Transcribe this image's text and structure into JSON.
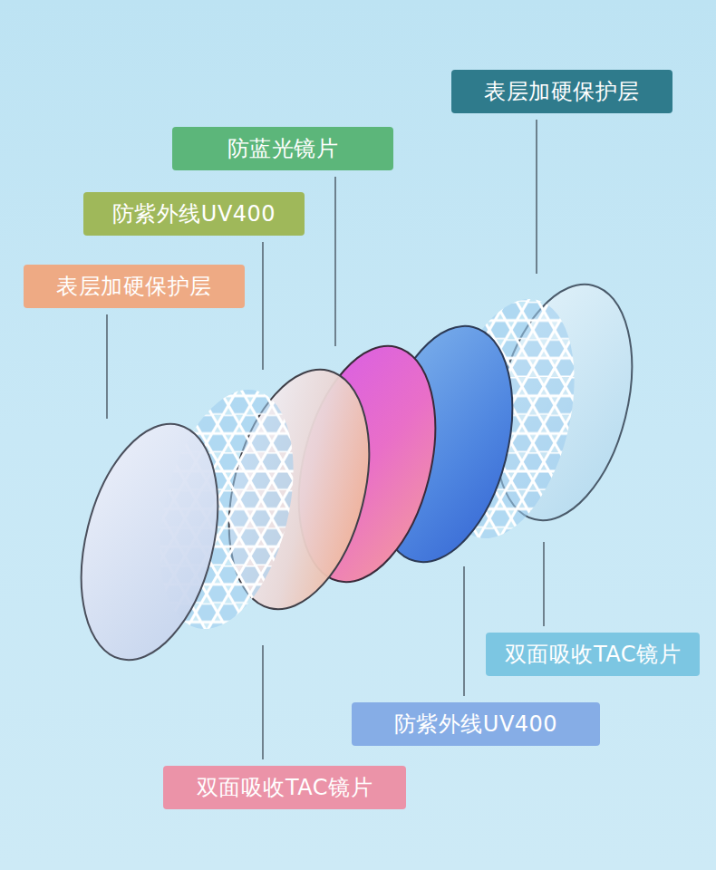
{
  "diagram": {
    "nodes": [
      {
        "text": [
          "表层加硬保护层"
        ]
      },
      {
        "text": [
          "防蓝光镜片"
        ]
      },
      {
        "text": [
          "防紫外线UV400"
        ]
      },
      {
        "text": [
          "表层加硬保护层"
        ]
      },
      {
        "text": [
          "双面吸收TAC镜片"
        ]
      },
      {
        "text": [
          "防紫外线UV400"
        ]
      },
      {
        "text": [
          "双面吸收TAC镜片"
        ]
      }
    ]
  }
}
